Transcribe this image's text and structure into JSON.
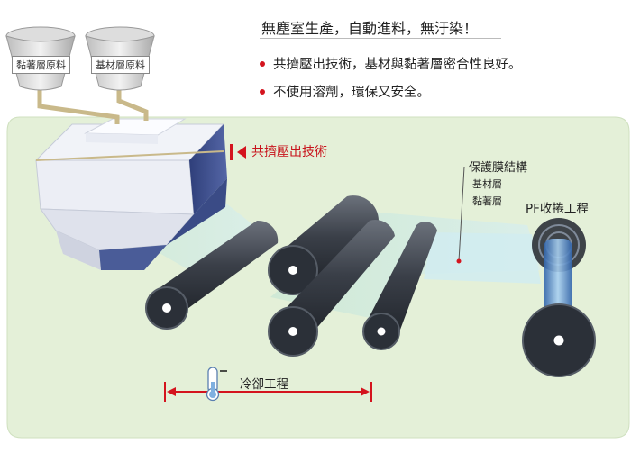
{
  "headline": "無塵室生產，自動進料，無汙染！",
  "bullets": [
    "共擠壓出技術，基材與黏著層密合性良好。",
    "不使用溶劑，環保又安全。"
  ],
  "hoppers": {
    "adhesive": "黏著層原料",
    "substrate": "基材層原料"
  },
  "coextrusion_label": "共擠壓出技術",
  "film_structure": {
    "title": "保護膜結構",
    "layers": [
      "基材層",
      "黏著層"
    ]
  },
  "pf_winding_label": "PF收捲工程",
  "cooling_label": "冷卻工程",
  "colors": {
    "panel": "#e4f0d8",
    "panel_border": "#cfe0bf",
    "accent_red": "#d4141e",
    "roller_dark": "#2b3038",
    "film": "#bfe0e6",
    "extruder_blue": "#3a4b86"
  }
}
